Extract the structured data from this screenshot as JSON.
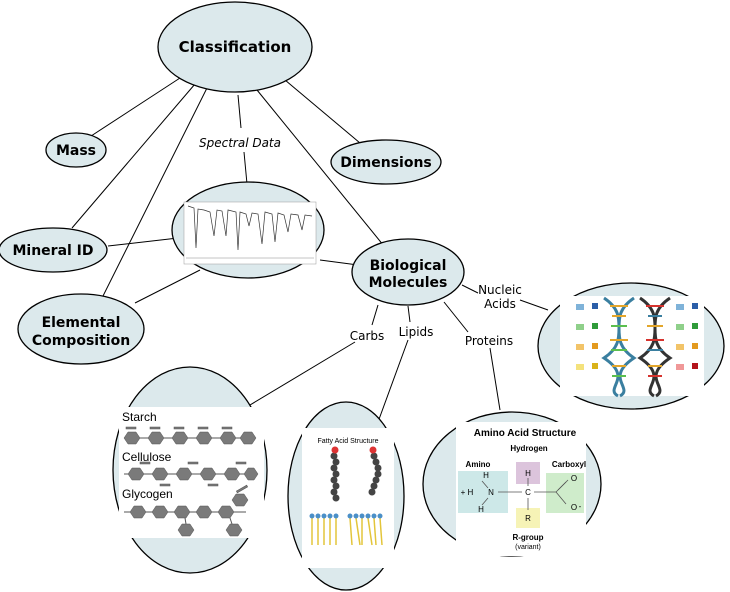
{
  "nodes": {
    "classification": "Classification",
    "mass": "Mass",
    "dimensions": "Dimensions",
    "mineral_id": "Mineral ID",
    "elemental_line1": "Elemental",
    "elemental_line2": "Composition",
    "bio_line1": "Biological",
    "bio_line2": "Molecules"
  },
  "edges": {
    "spectral_data": "Spectral Data",
    "nucleic_line1": "Nucleic",
    "nucleic_line2": "Acids",
    "carbs": "Carbs",
    "lipids": "Lipids",
    "proteins": "Proteins"
  },
  "carbs_panel": {
    "starch": "Starch",
    "cellulose": "Cellulose",
    "glycogen": "Glycogen"
  },
  "lipids_panel": {
    "title": "Fatty Acid Structure"
  },
  "amino_panel": {
    "title": "Amino Acid Structure",
    "hydrogen": "Hydrogen",
    "amino": "Amino",
    "carboxyl": "Carboxyl",
    "h_top": "H",
    "h_left": "H",
    "h_bottom": "H",
    "plus_h": "+ H",
    "n": "N",
    "c": "C",
    "o_top": "O",
    "o_bottom": "O",
    "o_minus": "-",
    "r": "R",
    "rgroup": "R-group",
    "variant": "(variant)"
  },
  "colors": {
    "node_fill": "#dce9ec",
    "amino_box": "#cde8e8",
    "hydrogen_box": "#dcc4dc",
    "carboxyl_box": "#cfeccb",
    "rgroup_box": "#f6f3b6",
    "glucose": "#7a7a7a"
  }
}
